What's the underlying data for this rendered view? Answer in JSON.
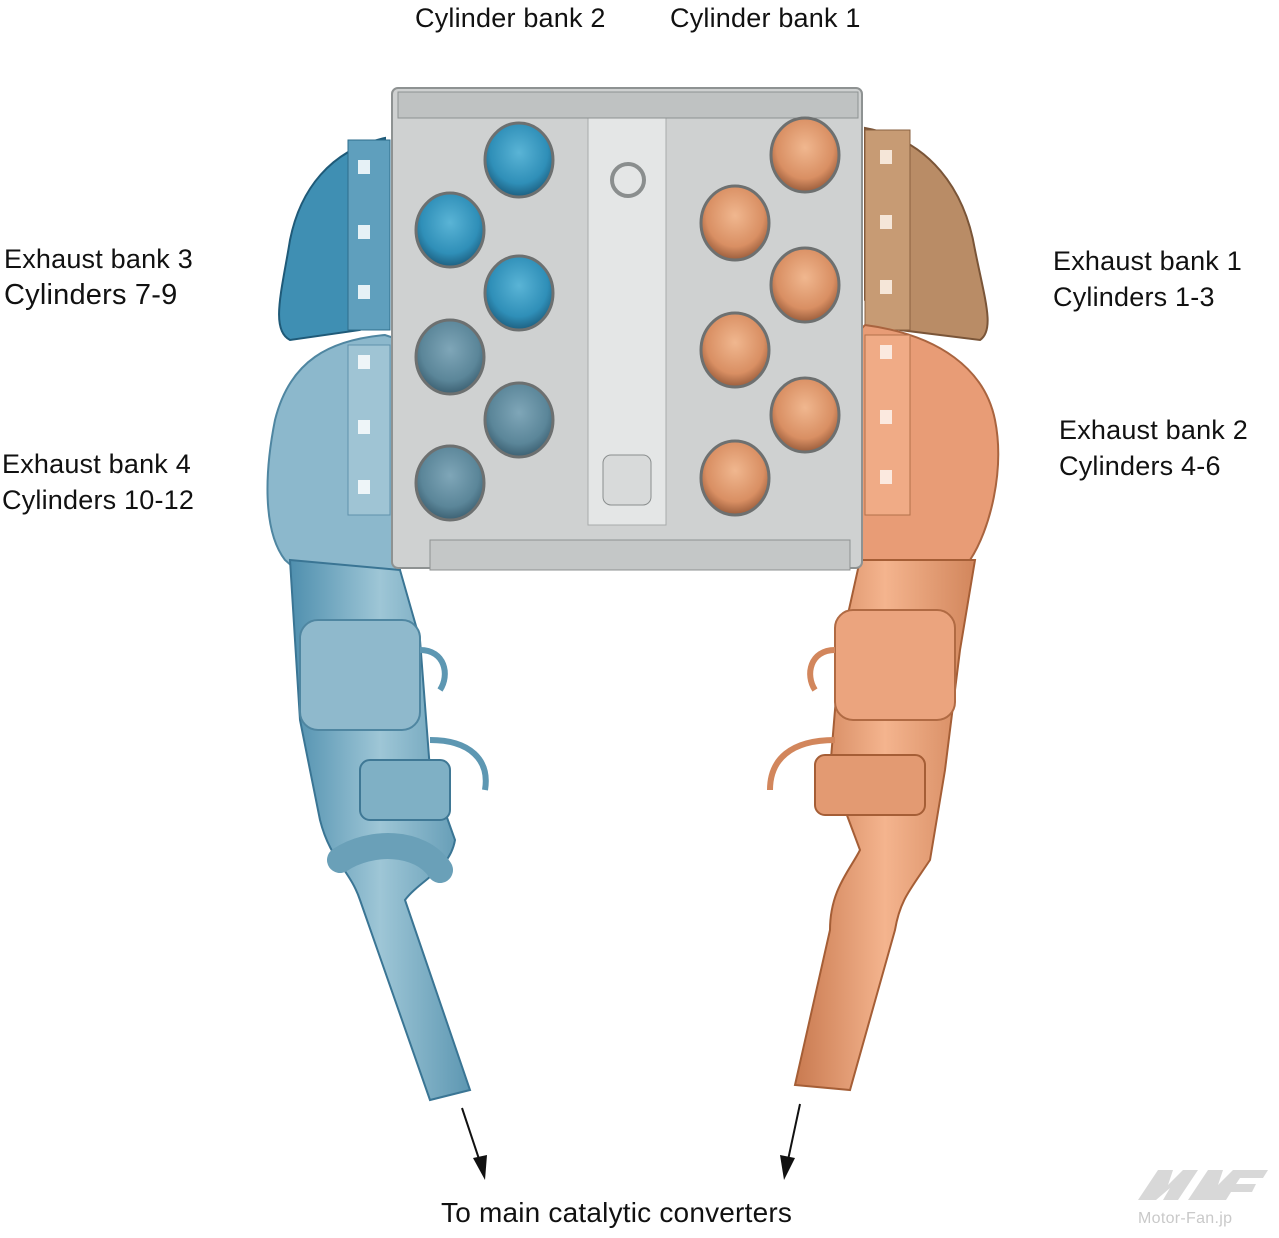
{
  "labels": {
    "cylinder_bank_2": "Cylinder bank 2",
    "cylinder_bank_1": "Cylinder bank 1",
    "exhaust_bank_3": "Exhaust bank 3",
    "cylinders_7_9": "Cylinders 7-9",
    "exhaust_bank_4": "Exhaust bank 4",
    "cylinders_10_12": "Cylinders 10-12",
    "exhaust_bank_1": "Exhaust bank 1",
    "cylinders_1_3": "Cylinders 1-3",
    "exhaust_bank_2": "Exhaust bank 2",
    "cylinders_4_6": "Cylinders 4-6",
    "bottom": "To main catalytic converters"
  },
  "watermark": {
    "text": "Motor-Fan.jp",
    "logo": "MF"
  },
  "colors": {
    "blue_dark": "#3f8fb3",
    "blue_light": "#7fb2c9",
    "orange_dark": "#b98c66",
    "orange_light": "#e89c76",
    "block_gray": "#cfd1d1"
  }
}
